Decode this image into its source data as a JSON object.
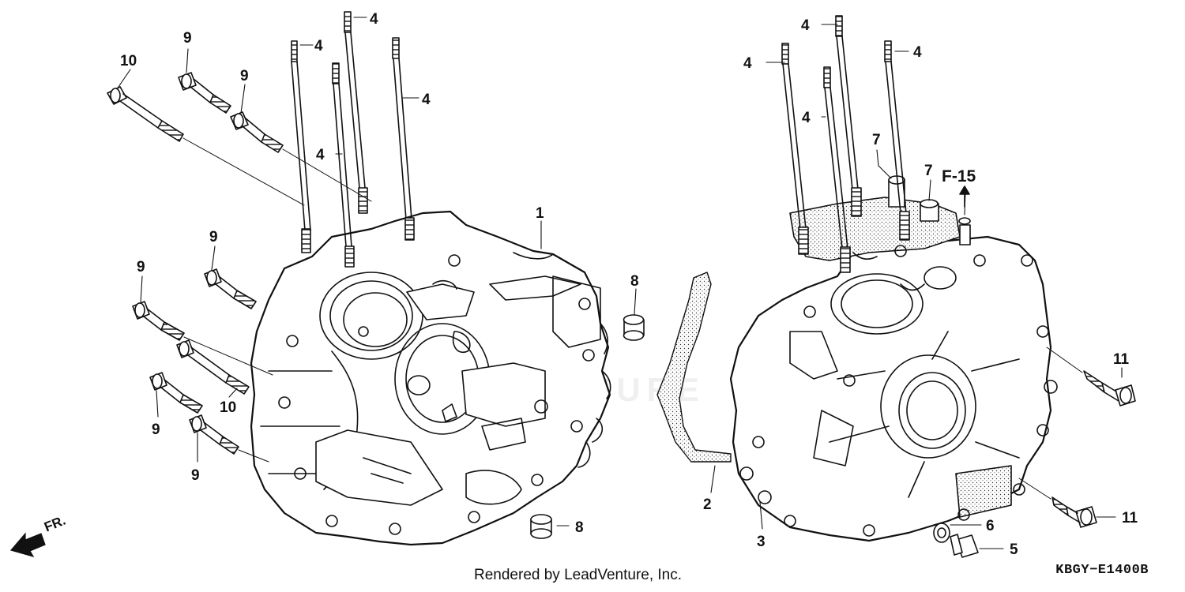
{
  "watermark": "LEADVENTURE",
  "footer": {
    "credit": "Rendered by LeadVenture, Inc.",
    "diagram_code": "KBGY−E1400B"
  },
  "direction_marker": {
    "label": "FR.",
    "icon": "front-direction-arrow-icon"
  },
  "reference": "F-15",
  "callouts": [
    {
      "id": "c1",
      "label": "10"
    },
    {
      "id": "c2",
      "label": "9"
    },
    {
      "id": "c3",
      "label": "9"
    },
    {
      "id": "c4",
      "label": "4"
    },
    {
      "id": "c5",
      "label": "4"
    },
    {
      "id": "c6",
      "label": "4"
    },
    {
      "id": "c7",
      "label": "4"
    },
    {
      "id": "c8",
      "label": "1"
    },
    {
      "id": "c9",
      "label": "8"
    },
    {
      "id": "c10",
      "label": "9"
    },
    {
      "id": "c11",
      "label": "9"
    },
    {
      "id": "c12",
      "label": "10"
    },
    {
      "id": "c13",
      "label": "9"
    },
    {
      "id": "c14",
      "label": "9"
    },
    {
      "id": "c15",
      "label": "8"
    },
    {
      "id": "c16",
      "label": "4"
    },
    {
      "id": "c17",
      "label": "4"
    },
    {
      "id": "c18",
      "label": "4"
    },
    {
      "id": "c19",
      "label": "4"
    },
    {
      "id": "c20",
      "label": "7"
    },
    {
      "id": "c21",
      "label": "7"
    },
    {
      "id": "c22",
      "label": "11"
    },
    {
      "id": "c23",
      "label": "2"
    },
    {
      "id": "c24",
      "label": "3"
    },
    {
      "id": "c25",
      "label": "6"
    },
    {
      "id": "c26",
      "label": "5"
    },
    {
      "id": "c27",
      "label": "11"
    },
    {
      "id": "c28",
      "label": "4"
    }
  ]
}
